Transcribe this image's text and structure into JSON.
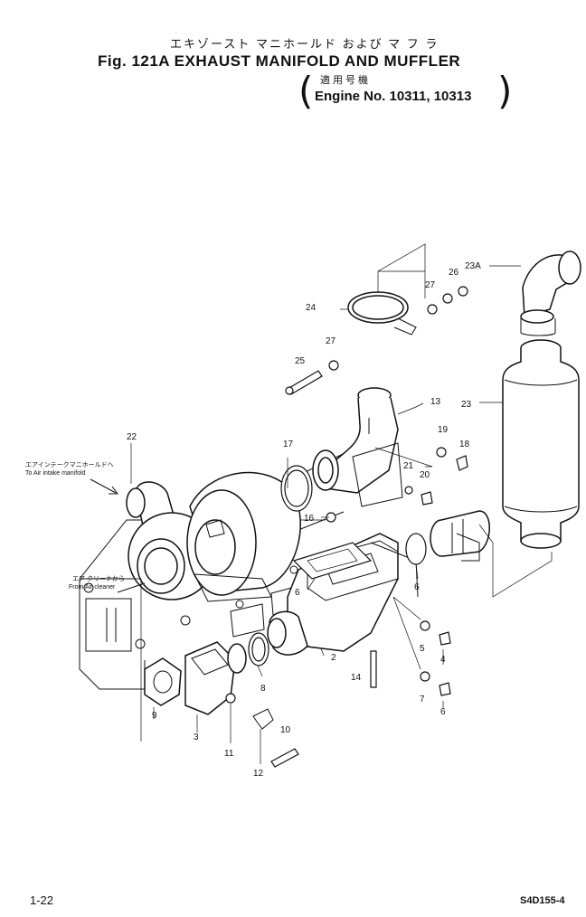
{
  "header": {
    "jp_title": "エキゾースト マニホールド および マ フ ラ",
    "en_title": "Fig. 121A EXHAUST MANIFOLD AND MUFFLER",
    "jp_applicability": "適用号機",
    "en_applicability": "Engine No. 10311, 10313",
    "paren_open": "(",
    "paren_close": ")"
  },
  "notes": {
    "air_intake_jp": "エアインテークマニホールドへ",
    "air_intake_en": "To Air intake manifold",
    "air_cleaner_jp": "エア クリーナから",
    "air_cleaner_en": "From Air cleaner"
  },
  "callouts": {
    "c2": "2",
    "c3": "3",
    "c4": "4",
    "c5": "5",
    "c6a": "6",
    "c6b": "6",
    "c6c": "6",
    "c7": "7",
    "c8": "8",
    "c9": "9",
    "c10": "10",
    "c11": "11",
    "c12": "12",
    "c13": "13",
    "c14": "14",
    "c16": "16",
    "c17": "17",
    "c18": "18",
    "c19": "19",
    "c20": "20",
    "c21": "21",
    "c22": "22",
    "c23": "23",
    "c23a": "23A",
    "c24": "24",
    "c25": "25",
    "c26": "26",
    "c27a": "27",
    "c27b": "27"
  },
  "footer": {
    "page_number": "1-22",
    "doc_code": "S4D155-4"
  }
}
